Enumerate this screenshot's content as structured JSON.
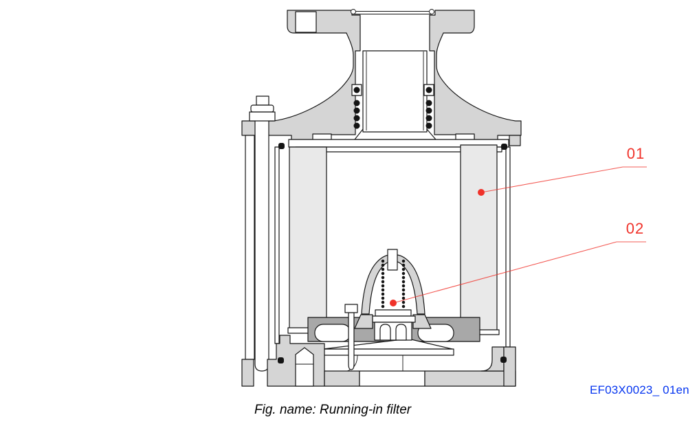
{
  "figure": {
    "caption": "Fig. name: Running-in filter",
    "document_code": "EF03X0023_ 01en",
    "type": "sectional technical drawing of a running-in filter"
  },
  "callouts": [
    {
      "label": "01"
    },
    {
      "label": "02"
    }
  ],
  "colors": {
    "callout_red": "#f0322a",
    "code_blue": "#0535f0",
    "casting_gray": "#d5d5d5",
    "casting_dark_gray": "#a8a8a8",
    "filter_gray": "#e9e9e9",
    "outline": "#141414"
  }
}
